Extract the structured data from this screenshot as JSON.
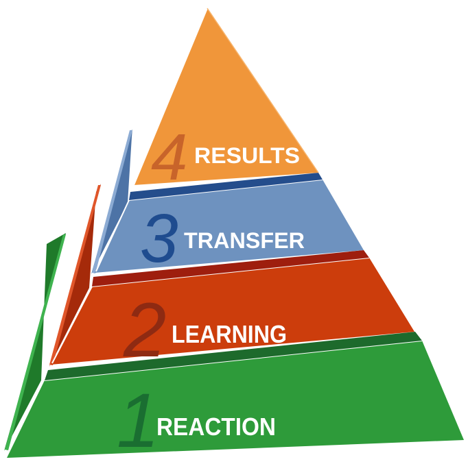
{
  "levels": [
    {
      "number": "1",
      "label": "REACTION",
      "color": "#2e9b3a",
      "side_color": "#1f7a2a",
      "number_color": "#1a6e31"
    },
    {
      "number": "2",
      "label": "LEARNING",
      "color": "#cc3d0c",
      "side_color": "#a52a0a",
      "number_color": "#8e2a12"
    },
    {
      "number": "3",
      "label": "TRANSFER",
      "color": "#6e92bf",
      "side_color": "#4d73a6",
      "number_color": "#1f4c8f"
    },
    {
      "number": "4",
      "label": "RESULTS",
      "color": "#f0963a",
      "side_color": "#d27a22",
      "number_color": "#c8642a"
    }
  ]
}
